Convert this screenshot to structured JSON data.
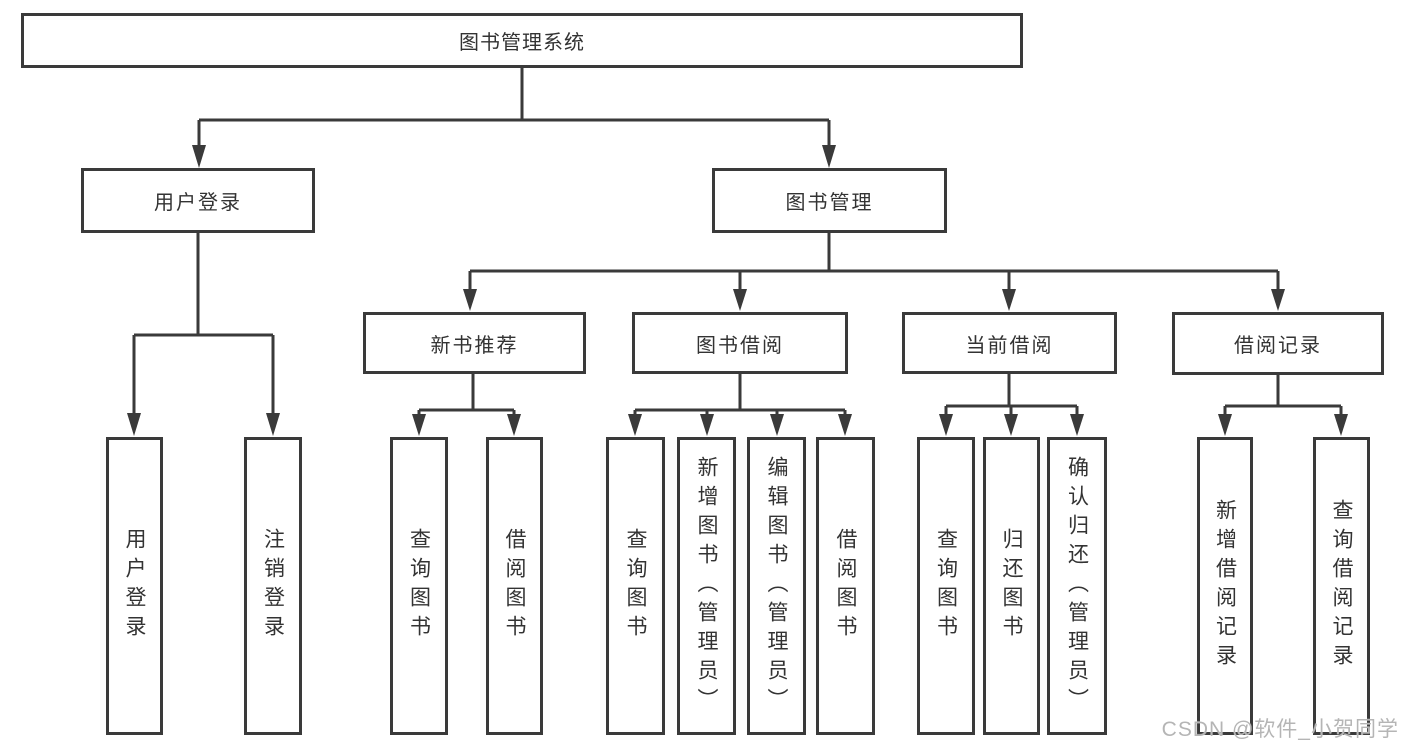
{
  "tree": {
    "label": "图书管理系统",
    "children": [
      {
        "label": "用户登录",
        "children": [
          {
            "label": "用户登录"
          },
          {
            "label": "注销登录"
          }
        ]
      },
      {
        "label": "图书管理",
        "children": [
          {
            "label": "新书推荐",
            "children": [
              {
                "label": "查询图书"
              },
              {
                "label": "借阅图书"
              }
            ]
          },
          {
            "label": "图书借阅",
            "children": [
              {
                "label": "查询图书"
              },
              {
                "label": "新增图书（管理员）"
              },
              {
                "label": "编辑图书（管理员）"
              },
              {
                "label": "借阅图书"
              }
            ]
          },
          {
            "label": "当前借阅",
            "children": [
              {
                "label": "查询图书"
              },
              {
                "label": "归还图书"
              },
              {
                "label": "确认归还（管理员）"
              }
            ]
          },
          {
            "label": "借阅记录",
            "children": [
              {
                "label": "新增借阅记录"
              },
              {
                "label": "查询借阅记录"
              }
            ]
          }
        ]
      }
    ]
  },
  "watermark": {
    "text": "CSDN @软件_小贺同学"
  },
  "colors": {
    "line": "#3a3a3a",
    "border": "#3a3a3a",
    "text": "#333333",
    "watermark": "#b5b5b5",
    "background": "#ffffff"
  }
}
